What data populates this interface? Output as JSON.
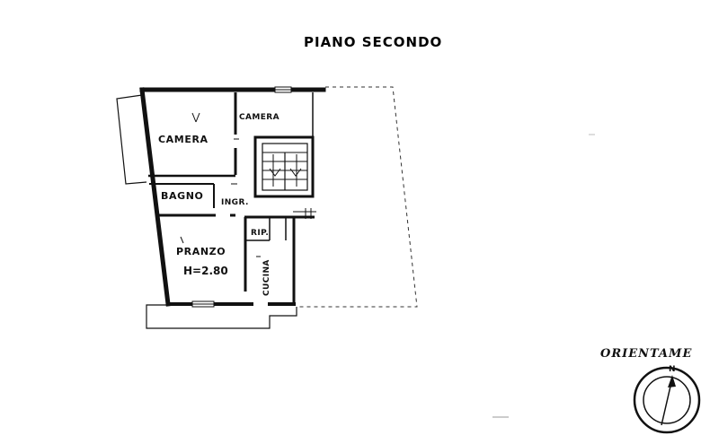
{
  "plan": {
    "title": "PIANO SECONDO",
    "rooms": {
      "camera_1": "CAMERA",
      "camera_2": "CAMERA",
      "bagno": "BAGNO",
      "ingresso": "INGR.",
      "pranzo": "PRANZO",
      "altezza": "H=2.80",
      "ripostiglio": "RIP.",
      "cucina": "CUCINA"
    },
    "orientation": {
      "label": "ORIENTAME",
      "north_marker": "N"
    }
  }
}
